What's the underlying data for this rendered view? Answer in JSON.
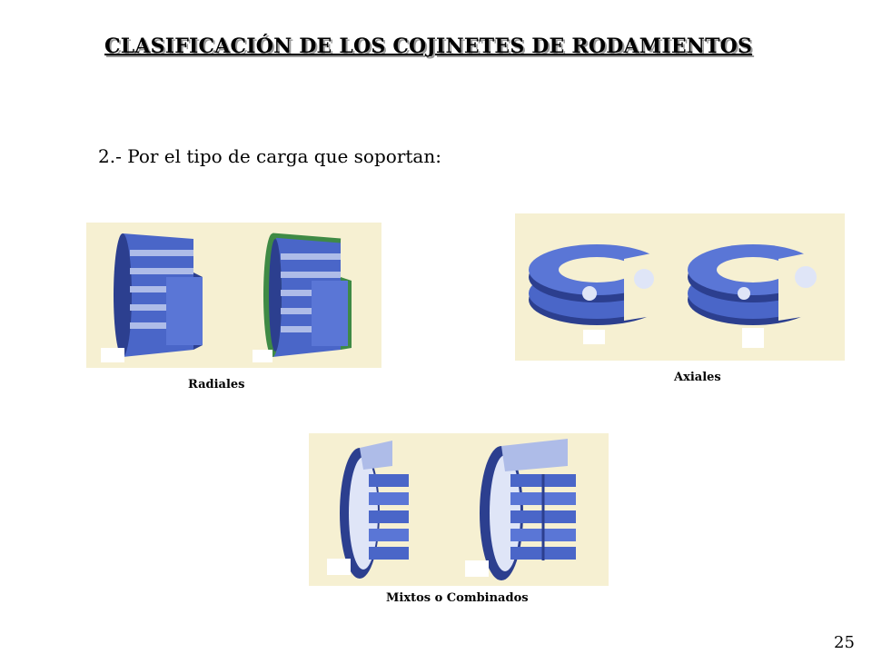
{
  "slide": {
    "title": "CLASIFICACIÓN DE LOS COJINETES DE RODAMIENTOS",
    "subtitle": "2.- Por el tipo de carga que soportan:",
    "page_number": "25"
  },
  "figures": [
    {
      "caption": "Radiales",
      "icon": "needle-roller-bearing-illustration"
    },
    {
      "caption": "Axiales",
      "icon": "thrust-ball-bearing-illustration"
    },
    {
      "caption": "Mixtos o Combinados",
      "icon": "tapered-roller-bearing-illustration"
    }
  ],
  "colors": {
    "panel_background": "#f6f0d2",
    "bearing_blue": "#4a66c8",
    "bearing_dark": "#2c3f8f",
    "bearing_light": "#aebce8",
    "cage_green": "#3f8a45"
  }
}
